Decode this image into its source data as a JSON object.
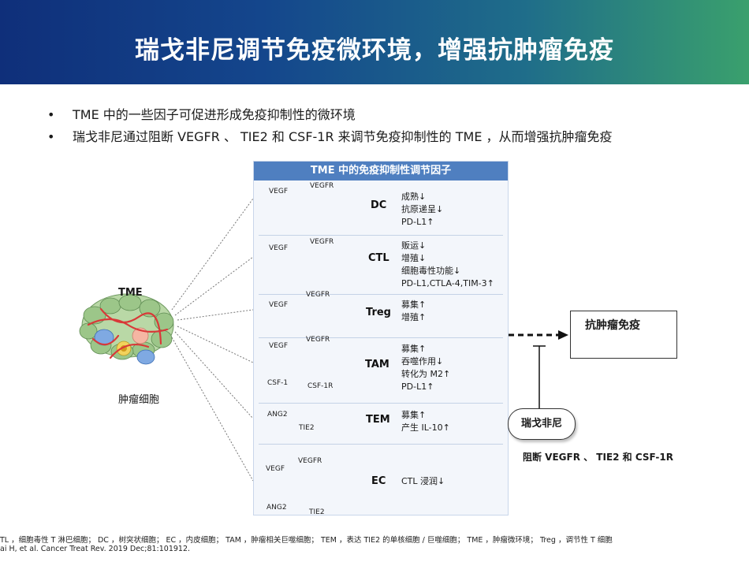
{
  "header": {
    "title": "瑞戈非尼调节免疫微环境，增强抗肿瘤免疫"
  },
  "bullets": [
    "TME 中的一些因子可促进形成免疫抑制性的微环境",
    "瑞戈非尼通过阻断 VEGFR 、 TIE2 和 CSF-1R 来调节免疫抑制性的 TME ，从而增强抗肿瘤免疫"
  ],
  "panel": {
    "title": "TME 中的免疫抑制性调节因子",
    "rows": [
      {
        "cell": "DC",
        "effects": [
          "成熟↓",
          "抗原递呈↓",
          "PD-L1↑"
        ]
      },
      {
        "cell": "CTL",
        "effects": [
          "贩运↓",
          "增殖↓",
          "细胞毒性功能↓",
          "PD-L1,CTLA-4,TIM-3↑"
        ]
      },
      {
        "cell": "Treg",
        "effects": [
          "募集↑",
          "增殖↑"
        ]
      },
      {
        "cell": "TAM",
        "effects": [
          "募集↑",
          "吞噬作用↓",
          "转化为 M2↑",
          "PD-L1↑"
        ]
      },
      {
        "cell": "TEM",
        "effects": [
          "募集↑",
          "产生 IL-10↑"
        ]
      },
      {
        "cell": "EC",
        "effects": [
          "CTL 浸润↓"
        ]
      }
    ],
    "labels": {
      "vegf": "VEGF",
      "vegfr": "VEGFR",
      "csf1": "CSF-1",
      "csf1r": "CSF-1R",
      "ang2": "ANG2",
      "tie2": "TIE2"
    }
  },
  "left": {
    "tme": "TME",
    "tumor_cell": "肿瘤细胞"
  },
  "right": {
    "outcome": "抗肿瘤免疫",
    "drug": "瑞戈非尼",
    "blocking": "阻断 VEGFR 、 TIE2 和 CSF-1R"
  },
  "footnote": {
    "line1": "TL ，细胞毒性 T 淋巴细胞； DC ，树突状细胞； EC ，内皮细胞； TAM ，肿瘤相关巨噬细胞； TEM ，表达 TIE2 的单核细胞 / 巨噬细胞； TME ，肿瘤微环境； Treg ，调节性 T 细胞",
    "line2": "ai H, et al. Cancer Treat Rev. 2019 Dec;81:101912."
  },
  "colors": {
    "header_start": "#0f2f7a",
    "header_end": "#3aa06d",
    "panel_header": "#4f7fc0",
    "vegf": "#d9a2d6",
    "receptor": "#f2a8e2",
    "csf1": "#a8d88a",
    "ang2": "#e0394f",
    "tie2": "#9fd0ee"
  }
}
